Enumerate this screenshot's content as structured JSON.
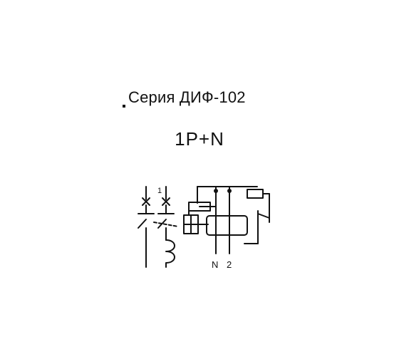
{
  "header": {
    "series": "Серия ДИФ-102",
    "poles": "1P+N"
  },
  "schematic": {
    "label_1": "1",
    "label_n": "N",
    "label_2": "2"
  },
  "colors": {
    "line": "#111111",
    "background": "#ffffff"
  }
}
